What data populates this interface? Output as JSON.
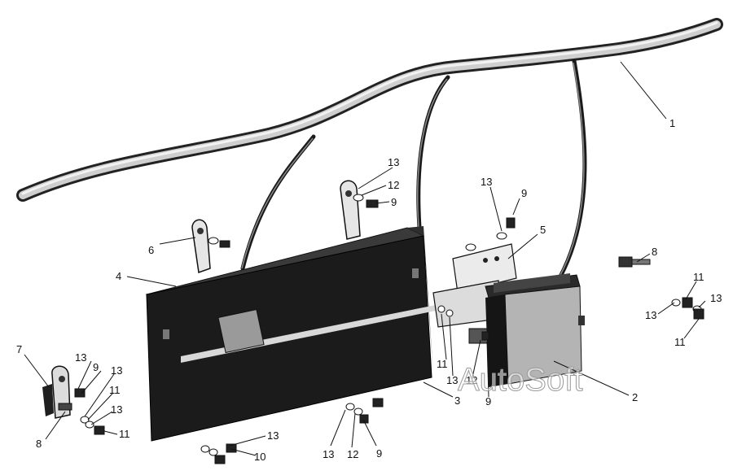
{
  "watermark": "AutoSoft",
  "callouts": {
    "c1": "1",
    "c2": "2",
    "c3": "3",
    "c4": "4",
    "c5": "5",
    "c6": "6",
    "c7": "7",
    "c8a": "8",
    "c8b": "8",
    "c9a": "9",
    "c9b": "9",
    "c9c": "9",
    "c9d": "9",
    "c9e": "9",
    "c10": "10",
    "c11a": "11",
    "c11b": "11",
    "c11c": "11",
    "c11d": "11",
    "c11e": "11",
    "c12a": "12",
    "c12b": "12",
    "c12c": "12",
    "c13a": "13",
    "c13b": "13",
    "c13c": "13",
    "c13d": "13",
    "c13e": "13",
    "c13f": "13",
    "c13g": "13",
    "c13h": "13",
    "c13i": "13",
    "c13j": "13"
  }
}
